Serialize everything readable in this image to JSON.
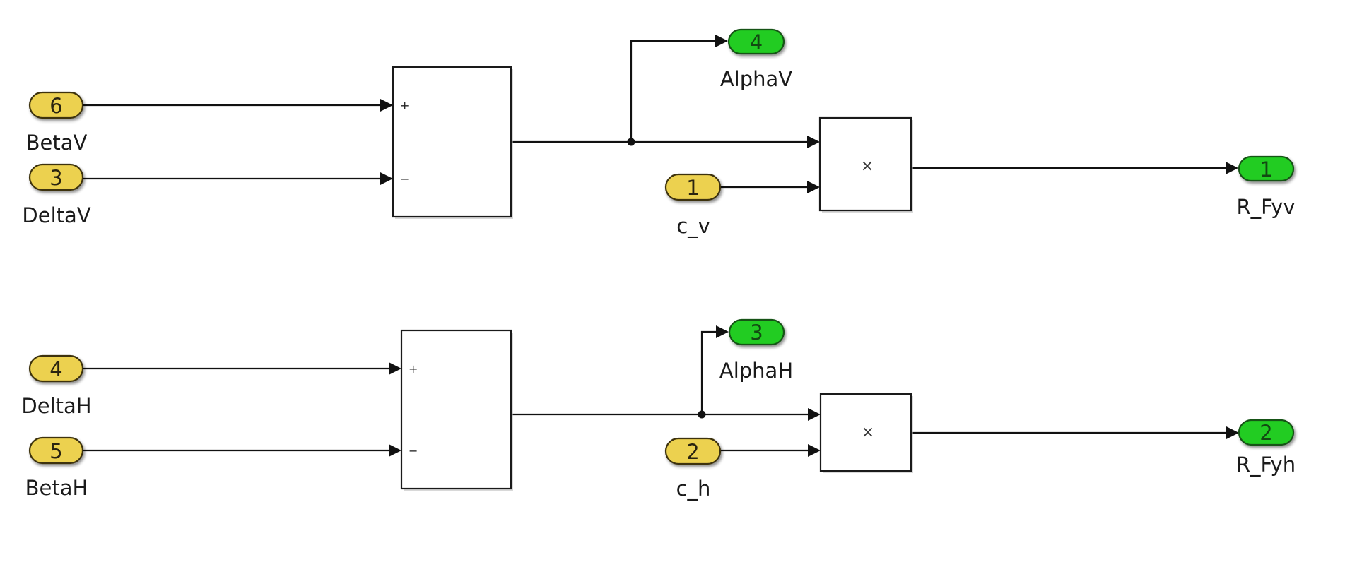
{
  "diagram": {
    "title": "",
    "colors": {
      "inport_fill": "#ecd150",
      "inport_stroke": "#3d3310",
      "outport_fill": "#22cc22",
      "outport_stroke": "#145214",
      "wire": "#111111",
      "background": "#ffffff"
    },
    "inports": [
      {
        "id": "in6",
        "number": "6",
        "label": "BetaV"
      },
      {
        "id": "in3",
        "number": "3",
        "label": "DeltaV"
      },
      {
        "id": "in1",
        "number": "1",
        "label": "c_v"
      },
      {
        "id": "in4",
        "number": "4",
        "label": "DeltaH"
      },
      {
        "id": "in5",
        "number": "5",
        "label": "BetaH"
      },
      {
        "id": "in2",
        "number": "2",
        "label": "c_h"
      }
    ],
    "outports": [
      {
        "id": "out4",
        "number": "4",
        "label": "AlphaV"
      },
      {
        "id": "out1",
        "number": "1",
        "label": "R_Fyv"
      },
      {
        "id": "out3",
        "number": "3",
        "label": "AlphaH"
      },
      {
        "id": "out2",
        "number": "2",
        "label": "R_Fyh"
      }
    ],
    "blocks": [
      {
        "id": "sum_v",
        "type": "sum",
        "signs": [
          "+",
          "−"
        ]
      },
      {
        "id": "product_v",
        "type": "product",
        "symbol": "×"
      },
      {
        "id": "sum_h",
        "type": "sum",
        "signs": [
          "+",
          "−"
        ]
      },
      {
        "id": "product_h",
        "type": "product",
        "symbol": "×"
      }
    ],
    "connections": [
      {
        "from": "in6",
        "to": "sum_v.+"
      },
      {
        "from": "in3",
        "to": "sum_v.−"
      },
      {
        "from": "sum_v",
        "to": "product_v.in1"
      },
      {
        "from": "sum_v",
        "to": "out4"
      },
      {
        "from": "in1",
        "to": "product_v.in2"
      },
      {
        "from": "product_v",
        "to": "out1"
      },
      {
        "from": "in4",
        "to": "sum_h.+"
      },
      {
        "from": "in5",
        "to": "sum_h.−"
      },
      {
        "from": "sum_h",
        "to": "product_h.in1"
      },
      {
        "from": "sum_h",
        "to": "out3"
      },
      {
        "from": "in2",
        "to": "product_h.in2"
      },
      {
        "from": "product_h",
        "to": "out2"
      }
    ]
  }
}
